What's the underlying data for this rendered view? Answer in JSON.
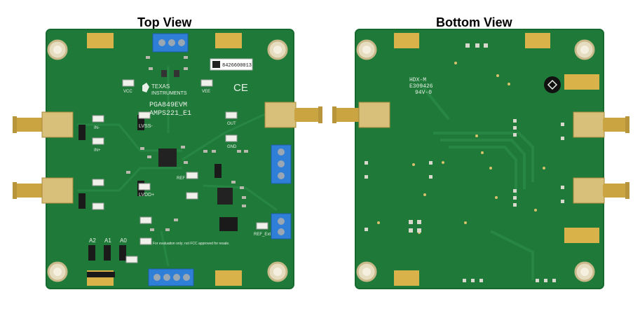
{
  "titles": {
    "top": "Top View",
    "bottom": "Bottom View"
  },
  "top_board": {
    "brand_line1": "TEXAS",
    "brand_line2": "INSTRUMENTS",
    "board_name": "PGA849EVM",
    "board_code": "AMPS221_E1",
    "serial_label": "8426600013",
    "ce_mark": "CE",
    "labels": {
      "vcc": "VCC",
      "vee": "VEE",
      "in_minus": "IN-",
      "in_plus": "IN+",
      "out": "OUT",
      "gnd": "GND",
      "lvss": "LVSS-",
      "lvdd": "LVDD+",
      "ref": "REF",
      "ref_ext": "REF_Ext",
      "a2": "A2",
      "a1": "A1",
      "a0": "A0",
      "notice": "For evaluation only; not FCC approved for resale."
    }
  },
  "bottom_board": {
    "marking1": "HDX-M",
    "marking2": "E309426",
    "marking3": "94V-0"
  },
  "colors": {
    "pcb": "#1f7a3a",
    "pcb_edge": "#176a2f",
    "gold": "#d9b24a",
    "terminal_blue": "#2f7fd8",
    "sma_gold": "#c9a441"
  }
}
